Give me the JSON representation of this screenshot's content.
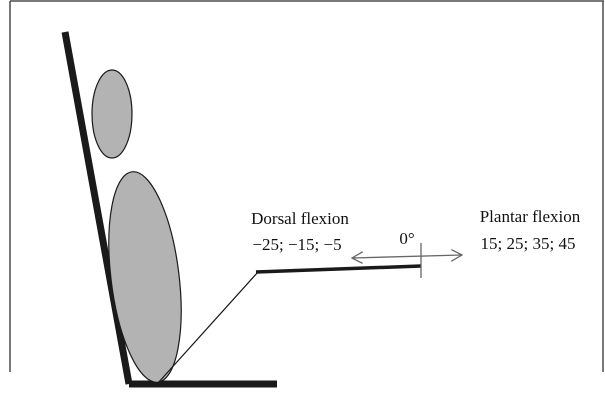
{
  "labels": {
    "dorsal_title": "Dorsal flexion",
    "dorsal_values": "−25; −15; −5",
    "zero_angle": "0°",
    "plantar_title": "Plantar flexion",
    "plantar_values": "15; 25; 35; 45"
  },
  "colors": {
    "body_fill": "#b3b3b3",
    "line": "#1a1a1a",
    "frame": "#4d4d4d",
    "arrow": "#666666"
  }
}
